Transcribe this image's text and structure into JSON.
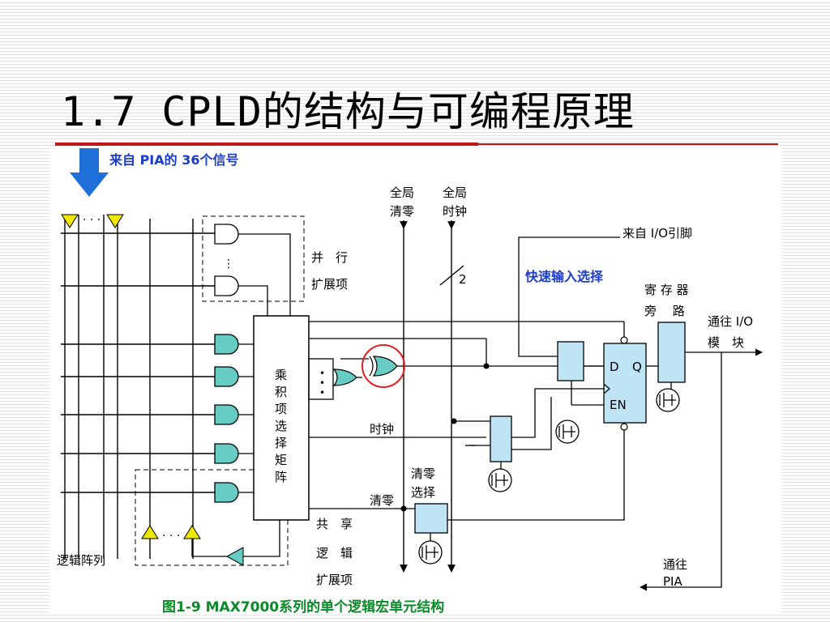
{
  "slide": {
    "title": "1.7   CPLD的结构与可编程原理",
    "caption": "图1-9 MAX7000系列的单个逻辑宏单元结构"
  },
  "diagram": {
    "pia_input": "来自 PIA的 36个信号",
    "global_clear": [
      "全局",
      "清零"
    ],
    "global_clock": [
      "全局",
      "时钟"
    ],
    "from_io_pin": "来自 I/O引脚",
    "bus_width": "2",
    "fast_input_select": "快速输入选择",
    "parallel_expander": [
      "并　行",
      "扩展项"
    ],
    "register_bypass": [
      "寄 存 器",
      "旁　 路"
    ],
    "to_io_block": [
      "通往 I/O",
      "模　块"
    ],
    "product_term_matrix": [
      "乘",
      "积",
      "项",
      "选",
      "择",
      "矩",
      "阵"
    ],
    "ff_d": "D",
    "ff_q": "Q",
    "ff_en": "EN",
    "clock": "时钟",
    "clear": "清零",
    "clear_select": [
      "清零",
      "选择"
    ],
    "shared_expander": [
      "共　享",
      "逻　辑",
      "扩展项"
    ],
    "logic_array": "逻辑阵列",
    "to_pia": [
      "通往",
      "PIA"
    ]
  },
  "colors": {
    "gate_fill": "#66ccc4",
    "ff_fill": "#bfe4f4",
    "buffer_fill": "#f0e800",
    "arrow_blue": "#1e6fd8",
    "highlight_red": "#e02020",
    "caption_green": "#0a8a28",
    "title_rule": "#c01818"
  }
}
